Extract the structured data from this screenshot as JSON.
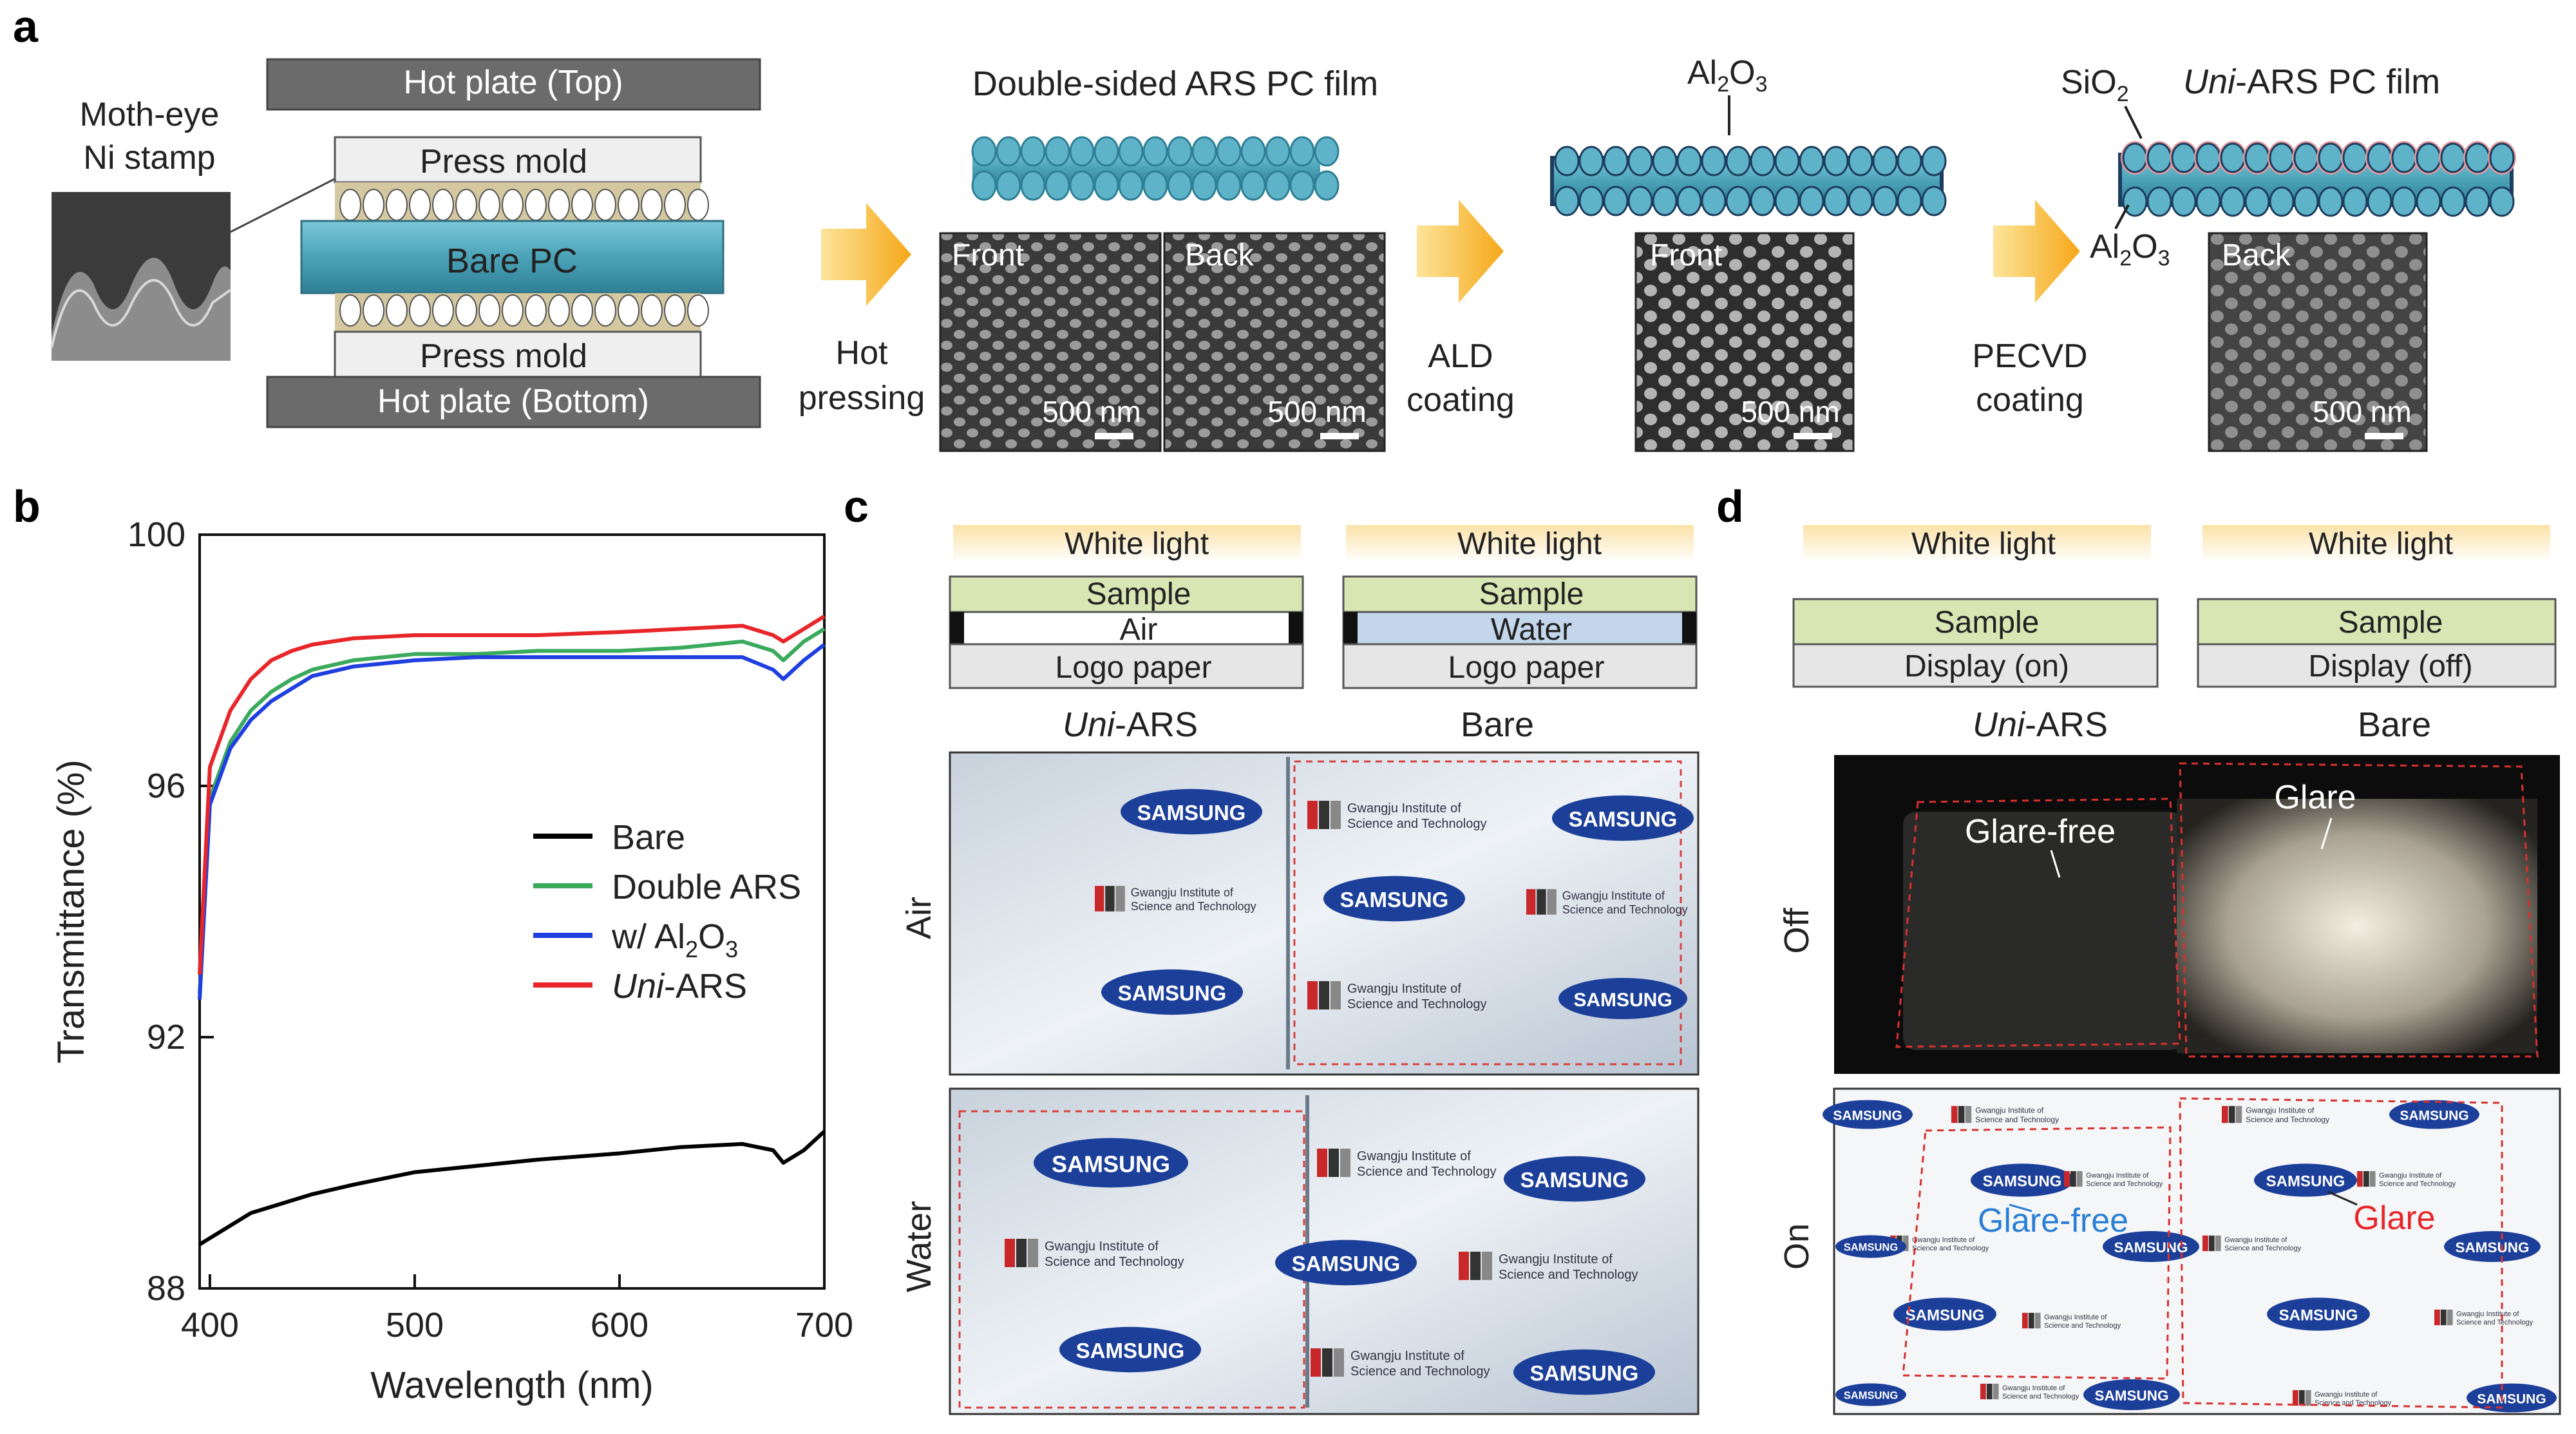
{
  "panel_a": {
    "letter": "a",
    "moth_eye_label": [
      "Moth-eye",
      "Ni stamp"
    ],
    "hot_plate_top": "Hot plate (Top)",
    "hot_plate_bottom": "Hot plate (Bottom)",
    "press_mold_top": "Press mold",
    "press_mold_bottom": "Press mold",
    "bare_pc": "Bare PC",
    "arrow1": [
      "Hot",
      "pressing"
    ],
    "arrow2": [
      "ALD",
      "coating"
    ],
    "arrow3": [
      "PECVD",
      "coating"
    ],
    "double_sided_title": "Double-sided ARS PC film",
    "al2o3_top": {
      "main": "Al",
      "sub1": "2",
      "mid": "O",
      "sub2": "3"
    },
    "sio2": {
      "main": "SiO",
      "sub": "2"
    },
    "uni_title": {
      "italic": "Uni",
      "rest": "-ARS PC film"
    },
    "al2o3_bottom": {
      "main": "Al",
      "sub1": "2",
      "mid": "O",
      "sub2": "3"
    },
    "sem_front": "Front",
    "sem_back": "Back",
    "sem_front2": "Front",
    "sem_back2": "Back",
    "scale": "500 nm"
  },
  "panel_b": {
    "letter": "b"
  },
  "chart_data": {
    "type": "line",
    "xlabel": "Wavelength (nm)",
    "ylabel": "Transmittance (%)",
    "xlim": [
      395,
      700
    ],
    "ylim": [
      88,
      100
    ],
    "xticks": [
      400,
      500,
      600,
      700
    ],
    "yticks": [
      88,
      92,
      96,
      100
    ],
    "legend_position": "center-right",
    "x": [
      395,
      400,
      410,
      420,
      430,
      440,
      450,
      470,
      500,
      530,
      560,
      600,
      630,
      660,
      675,
      680,
      690,
      700
    ],
    "series": [
      {
        "name": "Bare",
        "color": "#000000",
        "values": [
          88.7,
          88.8,
          89.0,
          89.2,
          89.3,
          89.4,
          89.5,
          89.65,
          89.85,
          89.95,
          90.05,
          90.15,
          90.25,
          90.3,
          90.2,
          90.0,
          90.2,
          90.5
        ]
      },
      {
        "name": "Double ARS",
        "color": "#3aaa5c",
        "values": [
          92.7,
          95.8,
          96.7,
          97.2,
          97.5,
          97.7,
          97.85,
          98.0,
          98.1,
          98.1,
          98.15,
          98.15,
          98.2,
          98.3,
          98.15,
          98.0,
          98.3,
          98.5
        ]
      },
      {
        "name": "w/ Al2O3",
        "color": "#1f3fe0",
        "values": [
          92.6,
          95.7,
          96.6,
          97.05,
          97.35,
          97.55,
          97.75,
          97.9,
          98.0,
          98.05,
          98.05,
          98.05,
          98.05,
          98.05,
          97.85,
          97.7,
          98.0,
          98.25
        ]
      },
      {
        "name": "Uni-ARS",
        "color": "#e8262a",
        "values": [
          93.0,
          96.3,
          97.2,
          97.7,
          98.0,
          98.15,
          98.25,
          98.35,
          98.4,
          98.4,
          98.4,
          98.45,
          98.5,
          98.55,
          98.4,
          98.3,
          98.5,
          98.7
        ]
      }
    ],
    "legend_labels": {
      "bare": "Bare",
      "double": "Double ARS",
      "al2o3": {
        "prefix": "w/ Al",
        "sub1": "2",
        "mid": "O",
        "sub2": "3"
      },
      "uni": {
        "italic": "Uni",
        "rest": "-ARS"
      }
    }
  },
  "panel_c": {
    "letter": "c",
    "white_light_1": "White light",
    "white_light_2": "White light",
    "sample_1": "Sample",
    "sample_2": "Sample",
    "air": "Air",
    "water": "Water",
    "logo_paper_1": "Logo paper",
    "logo_paper_2": "Logo paper",
    "col_uni": {
      "italic": "Uni",
      "rest": "-ARS"
    },
    "col_bare": "Bare",
    "row_air": "Air",
    "row_water": "Water",
    "photo_texts": [
      "SAMSUNG",
      "Gwangju Institute of",
      "Science and Technology"
    ]
  },
  "panel_d": {
    "letter": "d",
    "white_light_1": "White light",
    "white_light_2": "White light",
    "sample_1": "Sample",
    "sample_2": "Sample",
    "display_on": "Display (on)",
    "display_off": "Display (off)",
    "col_uni": {
      "italic": "Uni",
      "rest": "-ARS"
    },
    "col_bare": "Bare",
    "row_off": "Off",
    "row_on": "On",
    "glare_free_off": "Glare-free",
    "glare_off": "Glare",
    "glare_free_on": "Glare-free",
    "glare_on": "Glare"
  },
  "colors": {
    "hot_plate": "#6b6b6b",
    "press_mold": "#efefef",
    "pc_teal": "#4ba3b8",
    "arrow_gold": "#f6b323",
    "sample_green": "#d8e6b4",
    "water_blue": "#c4d6ec",
    "coating_red": "#e89aa0",
    "glare_red": "#e8262a",
    "glare_free_blue": "#2a7fd4"
  }
}
